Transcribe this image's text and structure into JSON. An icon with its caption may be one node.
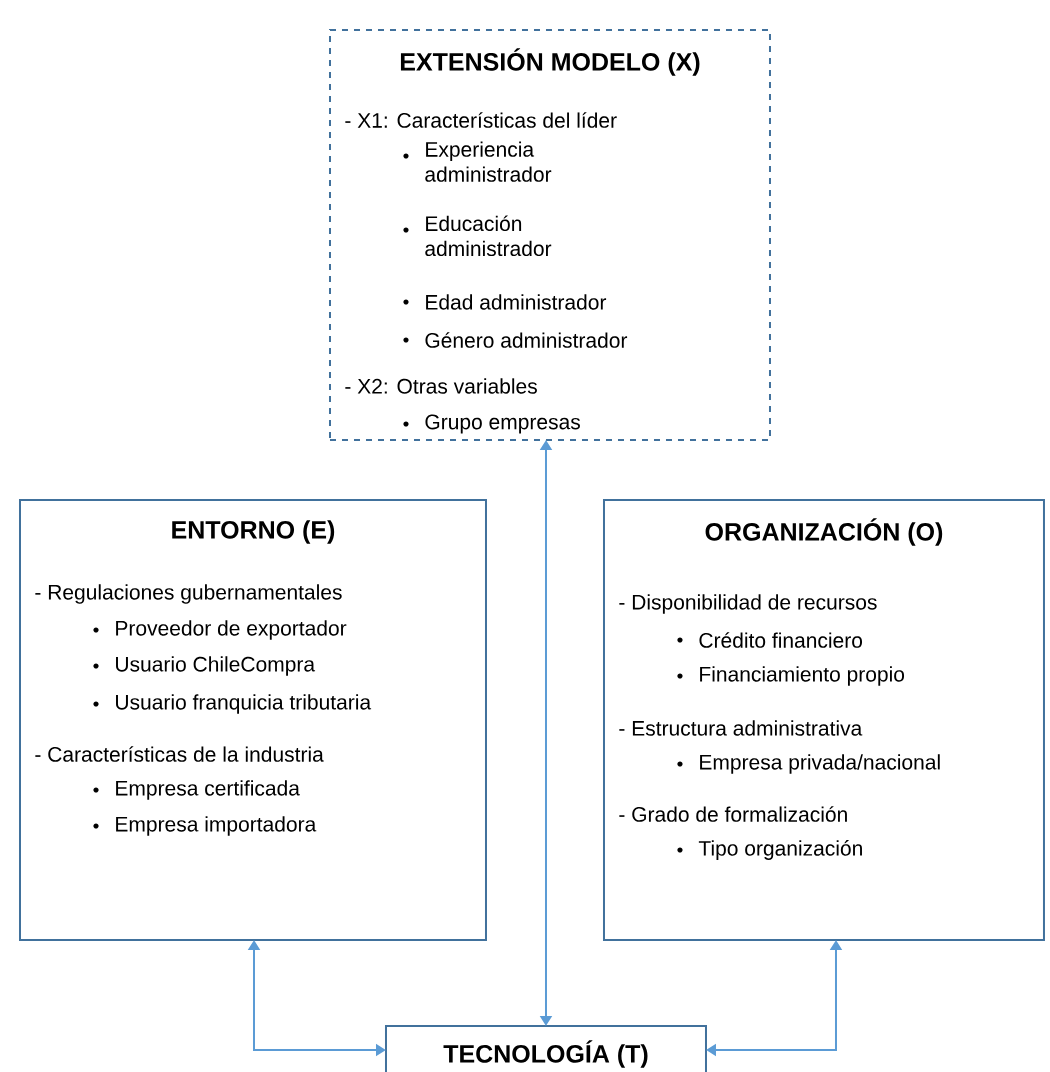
{
  "diagram": {
    "nodes": [
      {
        "text": [
          "EXTENSIÓN MODELO (X)",
          "- X1: Características del líder",
          "Experiencia administrador",
          "Educación administrador",
          "Edad administrador",
          "Género administrador",
          "- X2: Otras variables",
          "Grupo empresas"
        ]
      },
      {
        "text": [
          "ENTORNO (E)",
          "- Regulaciones gubernamentales",
          "Proveedor de exportador",
          "Usuario ChileCompra",
          "Usuario franquicia tributaria",
          "- Características de la industria",
          "Empresa certificada",
          "Empresa importadora"
        ]
      },
      {
        "text": [
          "ORGANIZACIÓN (O)",
          "- Disponibilidad de recursos",
          "Crédito financiero",
          "Financiamiento propio",
          "- Estructura administrativa",
          "Empresa privada/nacional",
          "- Grado de formalización",
          "Tipo organización"
        ]
      },
      {
        "text": [
          "TECNOLOGÍA (T)"
        ]
      }
    ],
    "edges": [
      {
        "from": 0,
        "to": 3,
        "arrow": "both"
      },
      {
        "from": 1,
        "to": 3,
        "arrow": "both"
      },
      {
        "from": 2,
        "to": 3,
        "arrow": "both"
      }
    ]
  }
}
